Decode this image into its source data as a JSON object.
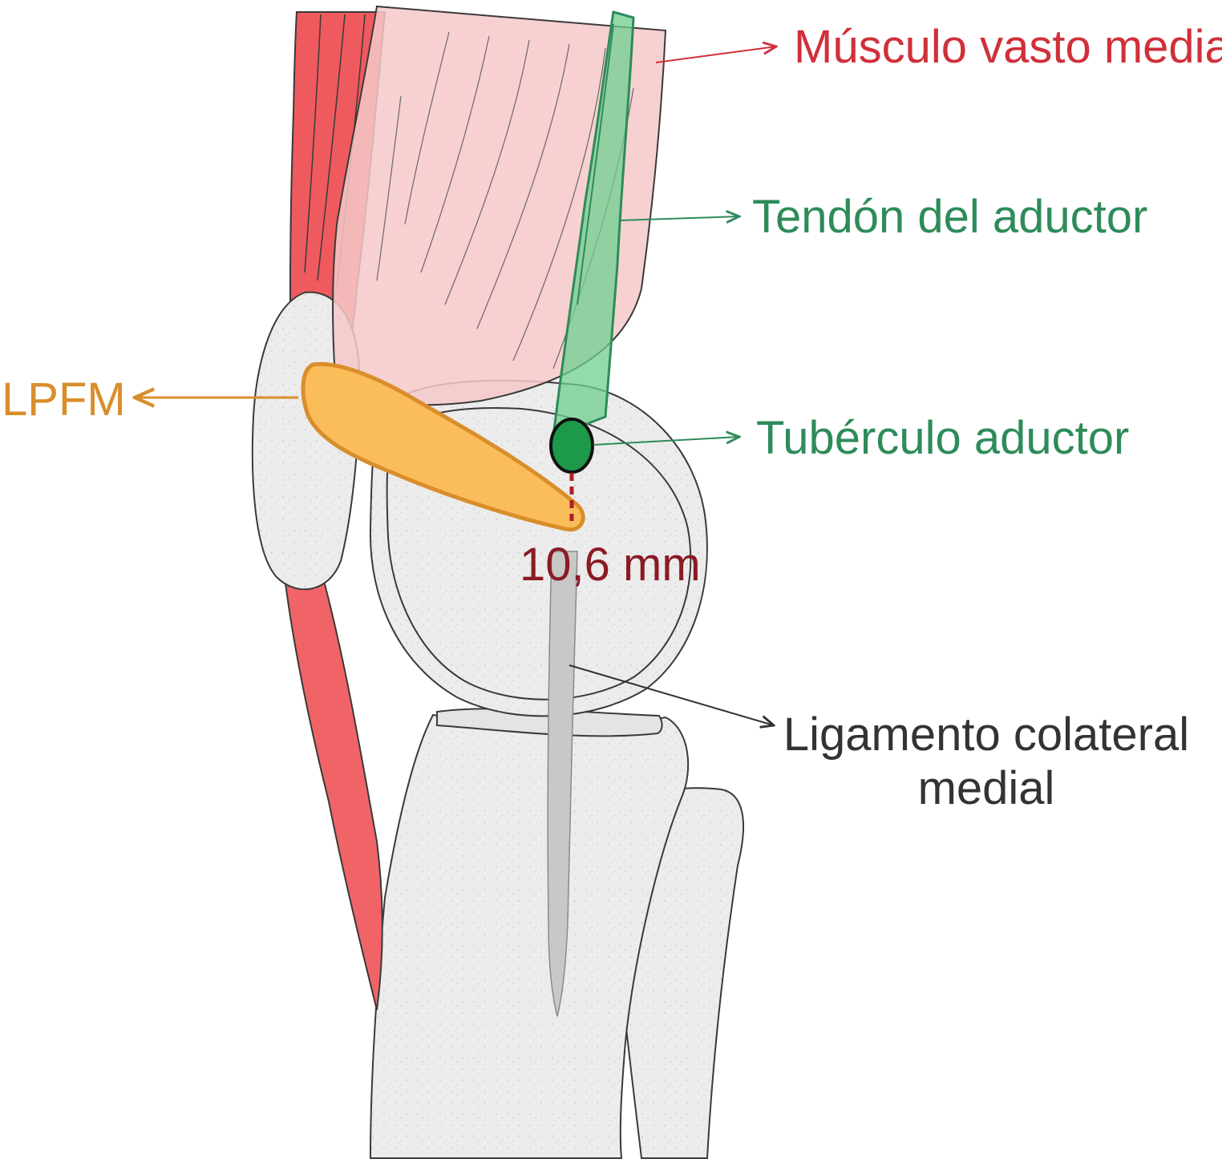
{
  "labels": {
    "vasto_medial": "Músculo vasto medial",
    "tendon_aductor": "Tendón del aductor",
    "tuberculo_aductor": "Tubérculo aductor",
    "lpfm": "LPFM",
    "distance": "10,6 mm",
    "lcm_line1": "Ligamento colateral",
    "lcm_line2": "medial"
  },
  "colors": {
    "vasto_medial": "#d0303a",
    "tendon_aductor": "#2e8b5a",
    "tuberculo_aductor": "#2e8b5a",
    "lpfm": "#d98e2b",
    "distance": "#8b1a24",
    "ligamento": "#333333",
    "muscle_dark": "#ef5a5e",
    "muscle_light": "#f6c9c9",
    "bone": "#ececec",
    "lpfm_fill": "#fbbd5a",
    "tendon_fill": "#6fcf8f",
    "tubercle_fill": "#1c9a4a"
  }
}
